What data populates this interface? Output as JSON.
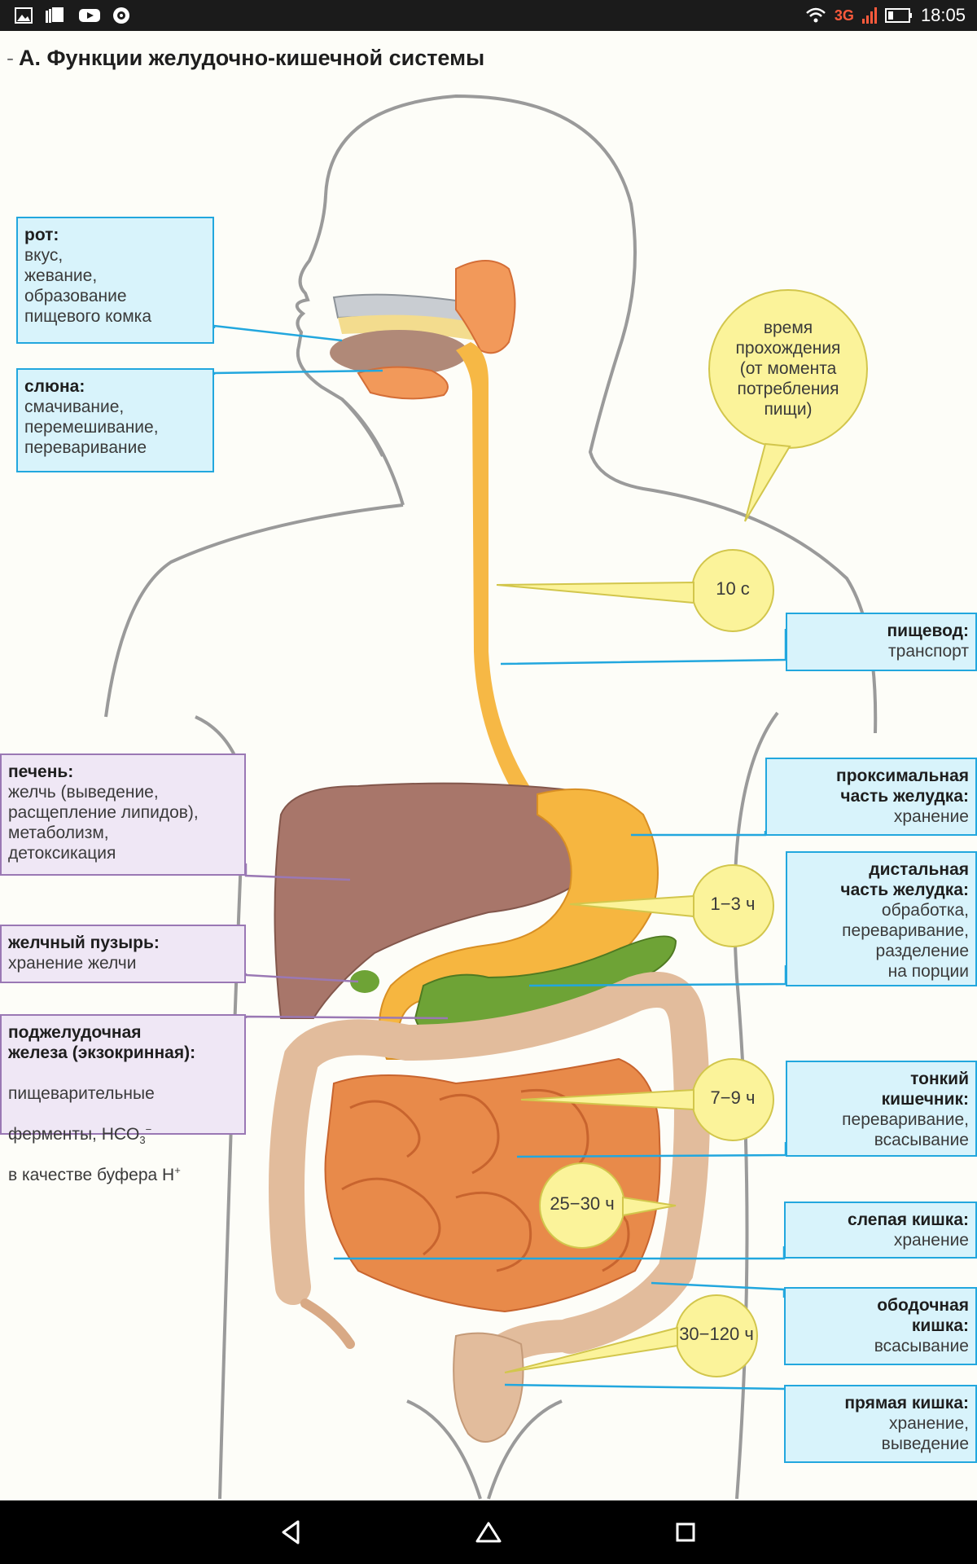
{
  "status_bar": {
    "network": "3G",
    "time": "18:05",
    "icons": [
      "image-icon",
      "cards-icon",
      "youtube-icon",
      "shield-icon",
      "wifi-icon",
      "signal-icon",
      "battery-icon"
    ]
  },
  "title": "А. Функции желудочно-кишечной системы",
  "time_header": "время\nпрохождения\n(от момента\nпотребления\nпищи)",
  "left_labels": [
    {
      "id": "mouth",
      "head": "рот:",
      "body": "вкус,\nжевание,\nобразование\nпищевого комка"
    },
    {
      "id": "saliva",
      "head": "слюна:",
      "body": "смачивание,\nперемешивание,\nпереваривание"
    },
    {
      "id": "liver",
      "head": "печень:",
      "body": "желчь (выведение,\nрасщепление липидов),\nметаболизм,\nдетоксикация"
    },
    {
      "id": "gallbladder",
      "head": "желчный пузырь:",
      "body": "хранение желчи"
    },
    {
      "id": "pancreas",
      "head": "поджелудочная\nжелеза (экзокринная):",
      "body_lines": [
        "пищеварительные",
        "ферменты, HCO",
        "в качестве буфера  H"
      ],
      "sub": "3",
      "sup_hco": "−",
      "sup_h": "+"
    }
  ],
  "right_labels": [
    {
      "id": "esophagus",
      "head": "пищевод:",
      "body": "транспорт"
    },
    {
      "id": "proximal-stomach",
      "head": "проксимальная\nчасть желудка:",
      "body": "хранение"
    },
    {
      "id": "distal-stomach",
      "head": "дистальная\nчасть желудка:",
      "body": "обработка,\nпереваривание,\nразделение\nна порции"
    },
    {
      "id": "small-intestine",
      "head": "тонкий\nкишечник:",
      "body": "переваривание,\nвсасывание"
    },
    {
      "id": "cecum",
      "head": "слепая кишка:",
      "body": "хранение"
    },
    {
      "id": "colon",
      "head": "ободочная\nкишка:",
      "body": "всасывание"
    },
    {
      "id": "rectum",
      "head": "прямая кишка:",
      "body": "хранение,\nвыведение"
    }
  ],
  "times": {
    "esophagus": "10 с",
    "stomach": "1−3 ч",
    "small_intestine": "7−9 ч",
    "cecum": "25−30 ч",
    "colon": "30−120 ч"
  },
  "colors": {
    "cyan_box": "#d8f3fb",
    "cyan_border": "#22a7de",
    "violet_box": "#efe7f5",
    "violet_border": "#9a78b4",
    "bubble": "#fbf39a",
    "liver": "#a8766a",
    "stomach": "#f6b640",
    "intestine": "#e88a4a",
    "pancreas": "#6ea336",
    "colon": "#e2bc9c"
  }
}
